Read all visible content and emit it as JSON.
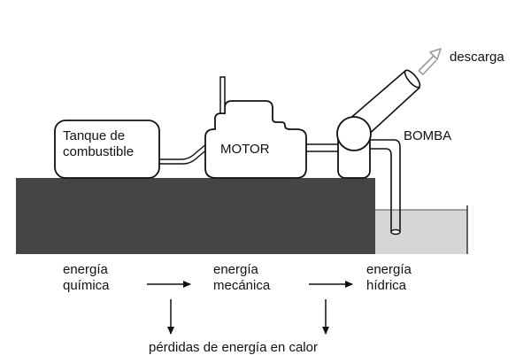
{
  "diagram": {
    "components": {
      "tank": {
        "line1": "Tanque de",
        "line2": "combustible"
      },
      "motor": {
        "label": "MOTOR"
      },
      "pump": {
        "label": "BOMBA"
      },
      "discharge": {
        "label": "descarga"
      }
    },
    "energy_flow": {
      "stages": [
        {
          "line1": "energía",
          "line2": "química"
        },
        {
          "line1": "energía",
          "line2": "mecánica"
        },
        {
          "line1": "energía",
          "line2": "hídrica"
        }
      ],
      "losses_label": "pérdidas de energía en calor"
    },
    "colors": {
      "ground": "#454545",
      "water": "#d6d6d6",
      "stroke": "#111111",
      "discharge_arrow": "#9a9a9a"
    }
  }
}
